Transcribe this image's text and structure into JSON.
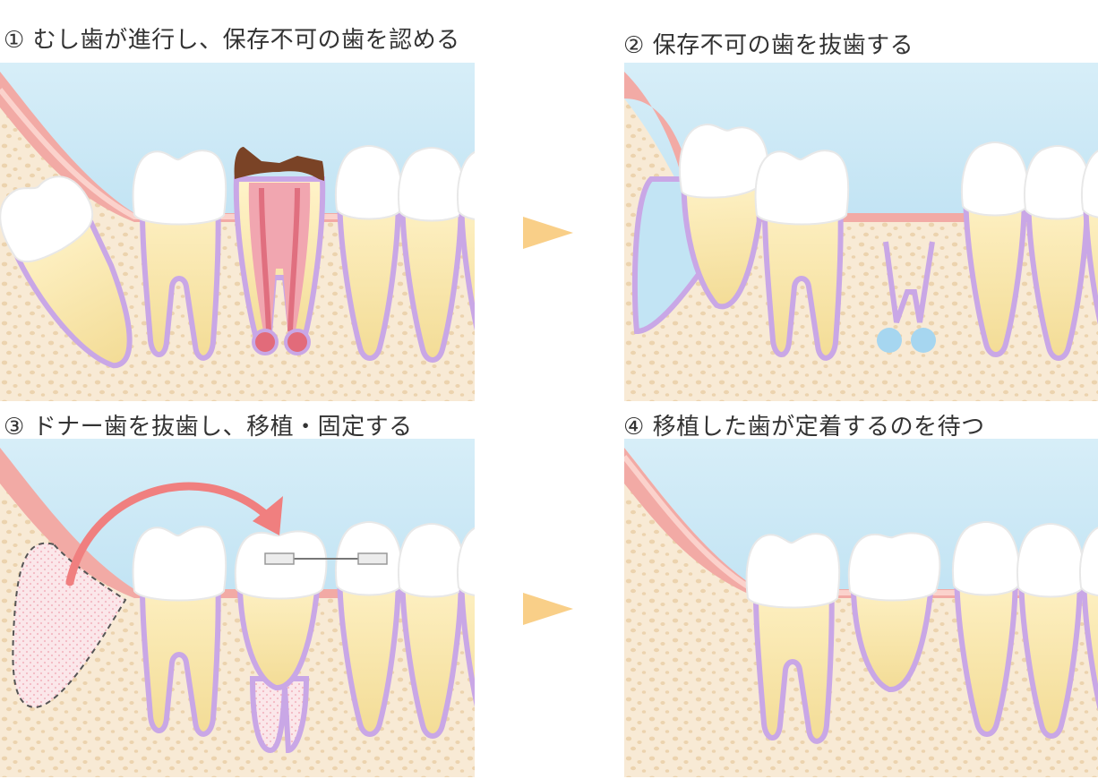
{
  "steps": [
    {
      "caption": "① むし歯が進行し、保存不可の歯を認める"
    },
    {
      "caption": "② 保存不可の歯を抜歯する"
    },
    {
      "caption": "③ ドナー歯を抜歯し、移植・固定する"
    },
    {
      "caption": "④ 移植した歯が定着するのを待つ"
    }
  ],
  "colors": {
    "sky": "#bfe3f2",
    "bone": "#f7e7cf",
    "bone_dots": "#ecd2ab",
    "gum": "#f1a9a3",
    "root": "#f6e3a6",
    "enamel": "#ffffff",
    "ligament": "#c9a7e6",
    "decay": "#7a4326",
    "pulp": "#e26b7a",
    "socket_blood": "#a6d6f0",
    "transfer_arrow": "#f07f7f",
    "next_arrow": "#f9cf88"
  },
  "icons": {
    "next": "triangle-right-icon",
    "transfer": "curved-arrow-icon"
  }
}
